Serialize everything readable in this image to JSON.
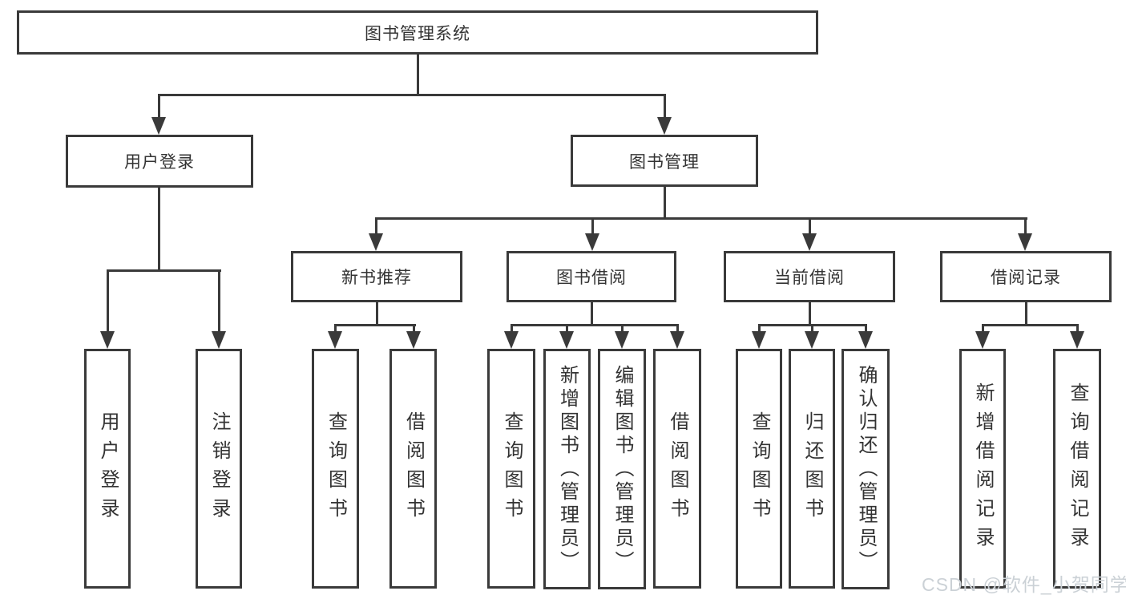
{
  "diagram_type": "hierarchy-tree",
  "colors": {
    "line": "#3a3a3a",
    "text": "#333333",
    "box_background": "#ffffff",
    "watermark": "#cbd1d6",
    "background": "#ffffff"
  },
  "watermark": {
    "text": "CSDN @软件_小贺同学"
  },
  "tree": {
    "root": {
      "label": "图书管理系统"
    },
    "branches": [
      {
        "label": "用户登录",
        "children": [
          {
            "label": "用户登录"
          },
          {
            "label": "注销登录"
          }
        ]
      },
      {
        "label": "图书管理",
        "children": [
          {
            "label": "新书推荐",
            "children": [
              {
                "label": "查询图书"
              },
              {
                "label": "借阅图书"
              }
            ]
          },
          {
            "label": "图书借阅",
            "children": [
              {
                "label": "查询图书"
              },
              {
                "label": "新增图书（管理员）"
              },
              {
                "label": "编辑图书（管理员）"
              },
              {
                "label": "借阅图书"
              }
            ]
          },
          {
            "label": "当前借阅",
            "children": [
              {
                "label": "查询图书"
              },
              {
                "label": "归还图书"
              },
              {
                "label": "确认归还（管理员）"
              }
            ]
          },
          {
            "label": "借阅记录",
            "children": [
              {
                "label": "新增借阅记录"
              },
              {
                "label": "查询借阅记录"
              }
            ]
          }
        ]
      }
    ]
  }
}
